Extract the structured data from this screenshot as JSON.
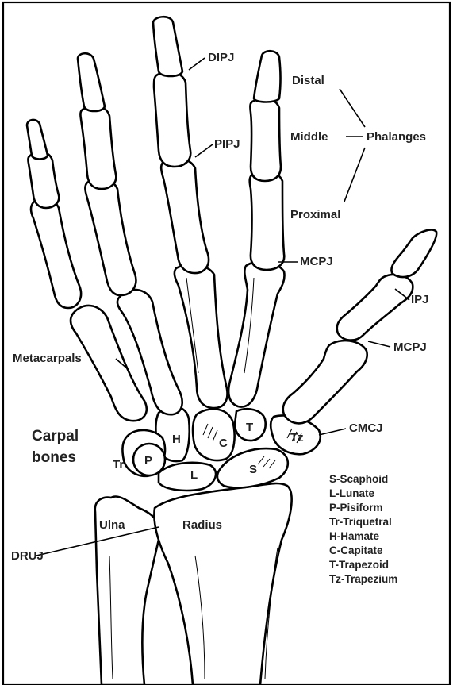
{
  "labels": {
    "dipj": "DIPJ",
    "pipj": "PIPJ",
    "mcpj_finger": "MCPJ",
    "distal": "Distal",
    "middle": "Middle",
    "phalanges": "Phalanges",
    "proximal": "Proximal",
    "ipj": "IPJ",
    "mcpj_thumb": "MCPJ",
    "metacarpals": "Metacarpals",
    "carpal_line1": "Carpal",
    "carpal_line2": "bones",
    "cmcj": "CMCJ",
    "druj": "DRUJ",
    "ulna": "Ulna",
    "radius": "Radius"
  },
  "bone_letters": {
    "hamate": "H",
    "capitate": "C",
    "trapezoid": "T",
    "trapezium": "Tz",
    "triquetral": "Tr",
    "pisiform": "P",
    "lunate": "L",
    "scaphoid": "S"
  },
  "legend": [
    "S-Scaphoid",
    "L-Lunate",
    "P-Pisiform",
    "Tr-Triquetral",
    "H-Hamate",
    "C-Capitate",
    "T-Trapezoid",
    "Tz-Trapezium"
  ]
}
